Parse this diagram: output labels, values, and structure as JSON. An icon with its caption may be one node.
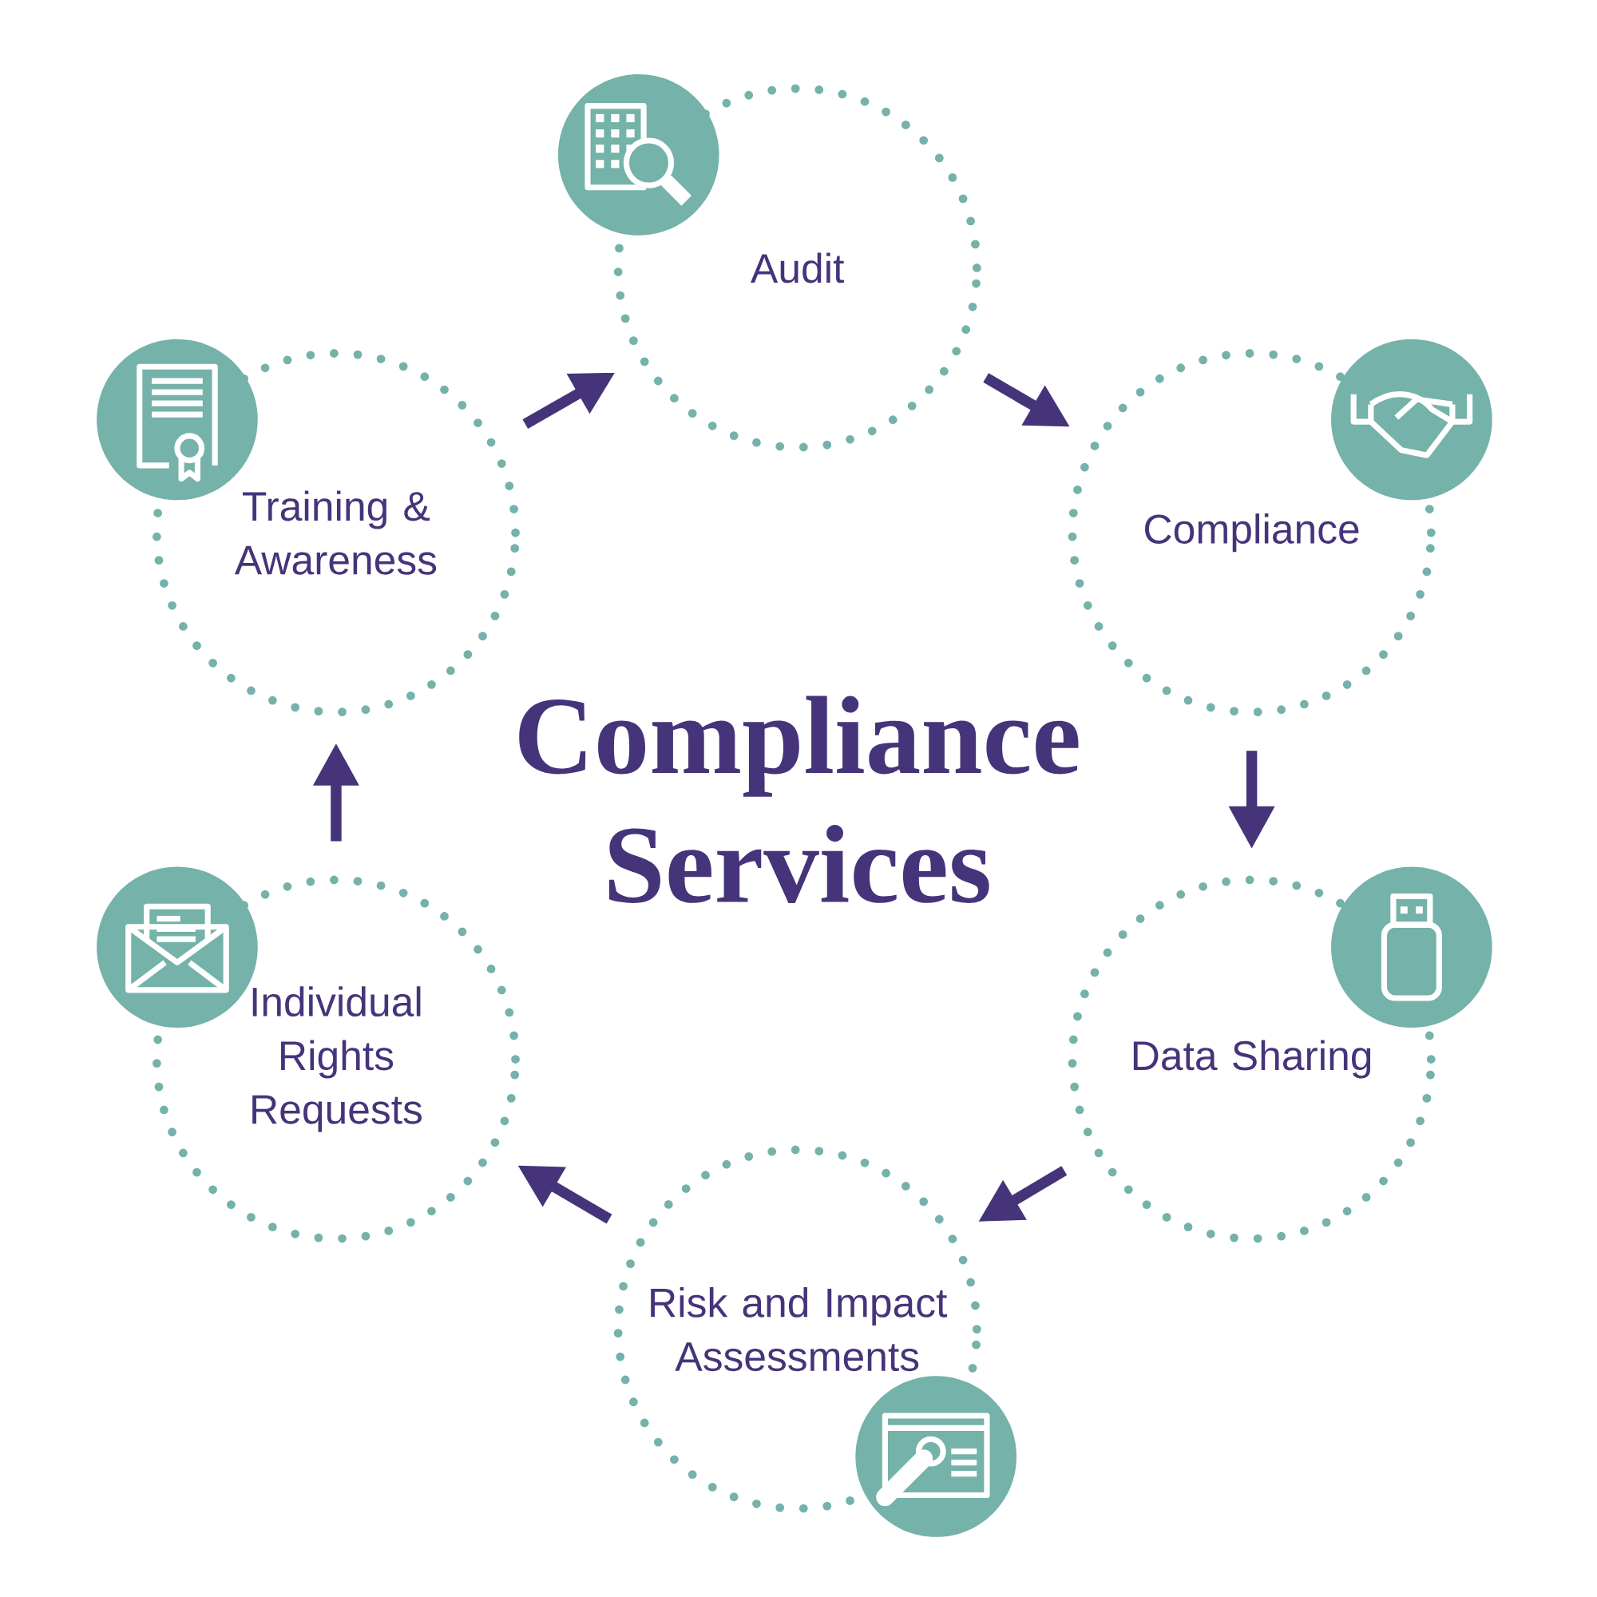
{
  "diagram": {
    "title": "Compliance Services",
    "nodes": [
      {
        "text": [
          "Audit"
        ]
      },
      {
        "text": [
          "Compliance"
        ]
      },
      {
        "text": [
          "Data Sharing"
        ]
      },
      {
        "text": [
          "Risk and Impact Assessments"
        ]
      },
      {
        "text": [
          "Individual Rights Requests"
        ]
      },
      {
        "text": [
          "Training & Awareness"
        ]
      }
    ],
    "edges": [
      {
        "from": 0,
        "to": 1,
        "arrow": "to"
      },
      {
        "from": 1,
        "to": 2,
        "arrow": "to"
      },
      {
        "from": 2,
        "to": 3,
        "arrow": "to"
      },
      {
        "from": 3,
        "to": 4,
        "arrow": "to"
      },
      {
        "from": 4,
        "to": 5,
        "arrow": "to"
      },
      {
        "from": 5,
        "to": 0,
        "arrow": "to"
      }
    ]
  }
}
